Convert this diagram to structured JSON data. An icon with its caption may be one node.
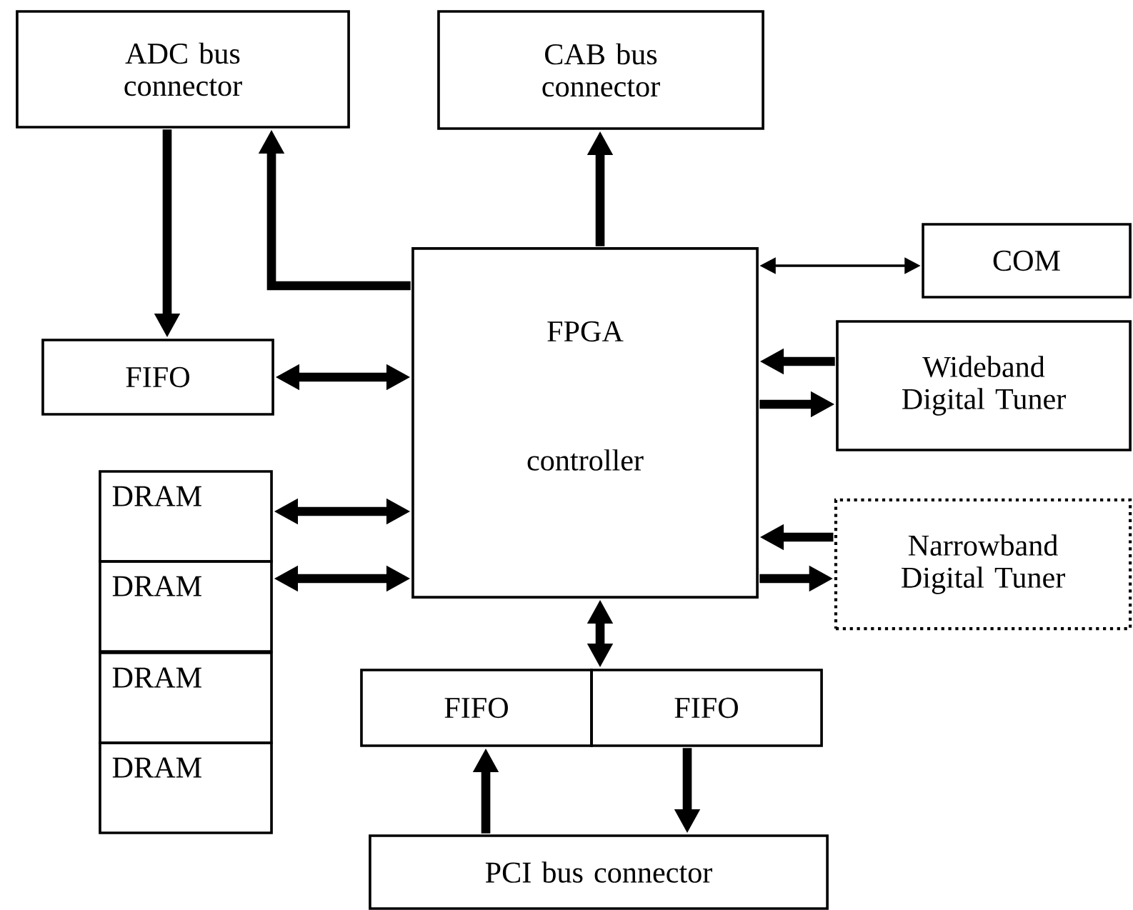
{
  "diagram": {
    "nodes": [
      {
        "text": [
          "ADC bus connector"
        ]
      },
      {
        "text": [
          "CAB bus connector"
        ]
      },
      {
        "text": [
          "FPGA",
          "controller"
        ]
      },
      {
        "text": [
          "COM"
        ]
      },
      {
        "text": [
          "Wideband Digital Tuner"
        ]
      },
      {
        "text": [
          "FIFO"
        ]
      },
      {
        "text": [
          "DRAM"
        ]
      },
      {
        "text": [
          "DRAM"
        ]
      },
      {
        "text": [
          "DRAM"
        ]
      },
      {
        "text": [
          "DRAM"
        ]
      },
      {
        "text": [
          "Narrowband Digital Tuner"
        ]
      },
      {
        "text": [
          "FIFO"
        ]
      },
      {
        "text": [
          "FIFO"
        ]
      },
      {
        "text": [
          "PCI bus connector"
        ]
      }
    ],
    "edges": [
      {
        "from": 0,
        "to": 5,
        "arrow": "to"
      },
      {
        "from": 2,
        "to": 0,
        "arrow": "to"
      },
      {
        "from": 2,
        "to": 1,
        "arrow": "to"
      },
      {
        "from": 2,
        "to": 3,
        "arrow": "both"
      },
      {
        "from": 4,
        "to": 2,
        "arrow": "to"
      },
      {
        "from": 2,
        "to": 4,
        "arrow": "to"
      },
      {
        "from": 5,
        "to": 2,
        "arrow": "both"
      },
      {
        "from": 6,
        "to": 2,
        "arrow": "both"
      },
      {
        "from": 7,
        "to": 2,
        "arrow": "both"
      },
      {
        "from": 10,
        "to": 2,
        "arrow": "to"
      },
      {
        "from": 2,
        "to": 10,
        "arrow": "to"
      },
      {
        "from": 2,
        "to": 12,
        "arrow": "both"
      },
      {
        "from": 13,
        "to": 11,
        "arrow": "to"
      },
      {
        "from": 12,
        "to": 13,
        "arrow": "to"
      }
    ]
  }
}
